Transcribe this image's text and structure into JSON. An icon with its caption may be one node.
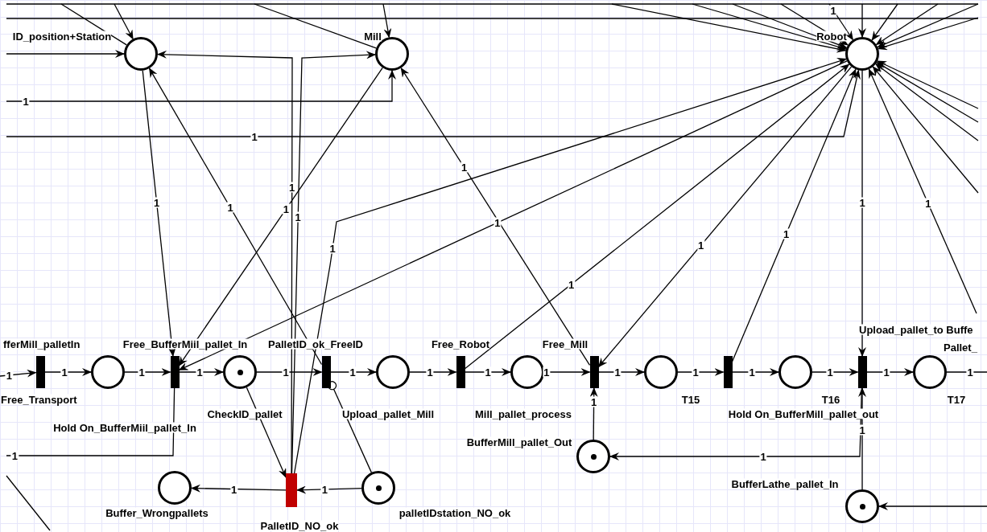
{
  "diagram": {
    "nodes": [
      {
        "text": [],
        "shape": "circle"
      },
      {
        "text": [],
        "shape": "circle"
      },
      {
        "text": [],
        "shape": "circle"
      },
      {
        "text": [],
        "shape": "bar"
      },
      {
        "text": [],
        "shape": "circle"
      },
      {
        "text": [],
        "shape": "bar"
      },
      {
        "text": [],
        "shape": "circle"
      },
      {
        "text": [],
        "shape": "bar"
      },
      {
        "text": [],
        "shape": "circle"
      },
      {
        "text": [],
        "shape": "bar"
      },
      {
        "text": [],
        "shape": "circle"
      },
      {
        "text": [],
        "shape": "bar"
      },
      {
        "text": [],
        "shape": "circle"
      },
      {
        "text": [],
        "shape": "bar"
      },
      {
        "text": [],
        "shape": "circle"
      },
      {
        "text": [],
        "shape": "bar"
      },
      {
        "text": [],
        "shape": "circle"
      },
      {
        "text": [],
        "shape": "circle"
      },
      {
        "text": [],
        "shape": "bar"
      },
      {
        "text": [],
        "shape": "circle"
      },
      {
        "text": [],
        "shape": "circle"
      },
      {
        "text": [],
        "shape": "circle"
      }
    ],
    "edges": [
      {
        "from": null,
        "to": 3,
        "arrow": "to",
        "label": "1"
      },
      {
        "from": 3,
        "to": 4,
        "arrow": "to",
        "label": "1"
      },
      {
        "from": 4,
        "to": 5,
        "arrow": "to",
        "label": "1"
      },
      {
        "from": 5,
        "to": 6,
        "arrow": "to",
        "label": "1"
      },
      {
        "from": 6,
        "to": 7,
        "arrow": "to",
        "label": "1"
      },
      {
        "from": 7,
        "to": 8,
        "arrow": "to",
        "label": "1"
      },
      {
        "from": 8,
        "to": 9,
        "arrow": "to",
        "label": "1"
      },
      {
        "from": 9,
        "to": 10,
        "arrow": "to",
        "label": "1"
      },
      {
        "from": 10,
        "to": 11,
        "arrow": "to",
        "label": "1"
      },
      {
        "from": 11,
        "to": 12,
        "arrow": "to",
        "label": "1"
      },
      {
        "from": 12,
        "to": 13,
        "arrow": "to",
        "label": "1"
      },
      {
        "from": 13,
        "to": 14,
        "arrow": "to",
        "label": "1"
      },
      {
        "from": 14,
        "to": 15,
        "arrow": "to",
        "label": "1"
      },
      {
        "from": 15,
        "to": 16,
        "arrow": "to",
        "label": "1"
      },
      {
        "from": 16,
        "to": null,
        "arrow": "none",
        "label": "1"
      },
      {
        "from": 6,
        "to": 18,
        "arrow": "to"
      },
      {
        "from": 19,
        "to": 18,
        "arrow": "to",
        "label": "1"
      },
      {
        "from": 18,
        "to": 17,
        "arrow": "to",
        "label": "1"
      },
      {
        "from": 19,
        "to": 7,
        "arrow": "other"
      },
      {
        "from": 20,
        "to": 11,
        "arrow": "to",
        "label": "1"
      },
      {
        "from": 15,
        "to": 20,
        "arrow": "to",
        "label": "1"
      },
      {
        "from": 21,
        "to": 15,
        "arrow": "to",
        "label": "1"
      },
      {
        "from": null,
        "to": 21,
        "arrow": "to"
      },
      {
        "from": 0,
        "to": 5,
        "arrow": "to",
        "label": "1"
      },
      {
        "from": 7,
        "to": 0,
        "arrow": "to",
        "label": "1"
      },
      {
        "from": 1,
        "to": 5,
        "arrow": "to",
        "label": "1"
      },
      {
        "from": 18,
        "to": 0,
        "arrow": "to",
        "label": "1"
      },
      {
        "from": 18,
        "to": 1,
        "arrow": "to",
        "label": "1"
      },
      {
        "from": 18,
        "to": 2,
        "arrow": "to",
        "label": "1"
      },
      {
        "from": 11,
        "to": 1,
        "arrow": "to",
        "label": "1"
      },
      {
        "from": 2,
        "to": 5,
        "arrow": "to",
        "label": "1"
      },
      {
        "from": 9,
        "to": 2,
        "arrow": "to",
        "label": "1"
      },
      {
        "from": 2,
        "to": 11,
        "arrow": "to",
        "label": "1"
      },
      {
        "from": 13,
        "to": 2,
        "arrow": "to",
        "label": "1"
      },
      {
        "from": 2,
        "to": 15,
        "arrow": "to",
        "label": "1"
      },
      {
        "from": null,
        "to": 1,
        "arrow": "to",
        "label": "1"
      },
      {
        "from": null,
        "to": 2,
        "arrow": "to",
        "label": "1"
      },
      {
        "from": null,
        "to": 0,
        "arrow": "to"
      },
      {
        "from": null,
        "to": 0,
        "arrow": "none"
      },
      {
        "from": null,
        "to": 0,
        "arrow": "to"
      },
      {
        "from": null,
        "to": 1,
        "arrow": "none"
      },
      {
        "from": null,
        "to": 1,
        "arrow": "to"
      },
      {
        "from": 5,
        "to": null,
        "arrow": "none",
        "label": "1"
      },
      {
        "from": null,
        "to": 2,
        "arrow": "to"
      },
      {
        "from": null,
        "to": 2,
        "arrow": "to"
      },
      {
        "from": null,
        "to": 2,
        "arrow": "to"
      },
      {
        "from": null,
        "to": 2,
        "arrow": "to"
      },
      {
        "from": null,
        "to": 2,
        "arrow": "to",
        "label": "1"
      },
      {
        "from": null,
        "to": 2,
        "arrow": "to"
      },
      {
        "from": null,
        "to": 2,
        "arrow": "to"
      },
      {
        "from": null,
        "to": 2,
        "arrow": "to"
      },
      {
        "from": null,
        "to": 2,
        "arrow": "to"
      },
      {
        "from": null,
        "to": 2,
        "arrow": "to"
      },
      {
        "from": null,
        "to": 2,
        "arrow": "to"
      },
      {
        "from": null,
        "to": 2,
        "arrow": "to"
      },
      {
        "from": null,
        "to": 2,
        "arrow": "to"
      },
      {
        "from": null,
        "to": 2,
        "arrow": "to"
      },
      {
        "from": null,
        "to": 2,
        "arrow": "to",
        "label": "1"
      }
    ],
    "labels": [
      "ID_position+Station",
      "Mill",
      "Robot",
      "fferMill_palletIn",
      "Free_BufferMiil_pallet_In",
      "PalletID_ok_FreeID",
      "Free_Robot",
      "Free_Mill",
      "Upload_pallet_to Buffe",
      "Pallet_",
      "Free_Transport",
      "CheckID_pallet",
      "Upload_pallet_Mill",
      "Mill_pallet_process",
      "T15",
      "T16",
      "T17",
      "Hold On_BufferMiil_pallet_In",
      "Hold On_BufferMill_pallet_out",
      "BufferMill_pallet_Out",
      "BufferLathe_pallet_In",
      "Buffer_Wrongpallets",
      "palletIDstation_NO_ok",
      "PalletID_NO_ok"
    ]
  }
}
